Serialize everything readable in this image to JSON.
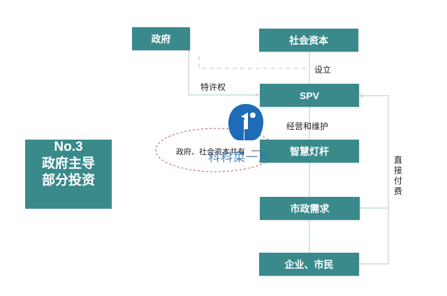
{
  "diagram": {
    "title_box": {
      "line1": "No.3",
      "line2": "政府主导",
      "line3": "部分投资"
    },
    "nodes": {
      "government": "政府",
      "social_capital": "社会资本",
      "spv": "SPV",
      "smart_pole": "智慧灯杆",
      "municipal_demand": "市政需求",
      "enterprises_citizens": "企业、市民"
    },
    "edge_labels": {
      "establish": "设立",
      "franchise": "特许权",
      "operate_maintain": "经营和维护",
      "direct_payment": [
        "直",
        "接",
        "付",
        "费"
      ]
    },
    "annotation": {
      "ellipse_text": "政府、社会资本共有"
    },
    "watermark": {
      "text": "科科菜一凡",
      "logo_icon": "blue-circle-logo"
    },
    "colors": {
      "box_fill": "#3a8a8c",
      "box_text": "#ffffff",
      "connector": "#c9dcdd",
      "ellipse_stroke": "#c0505a",
      "logo_blue": "#1e6bb8"
    }
  }
}
